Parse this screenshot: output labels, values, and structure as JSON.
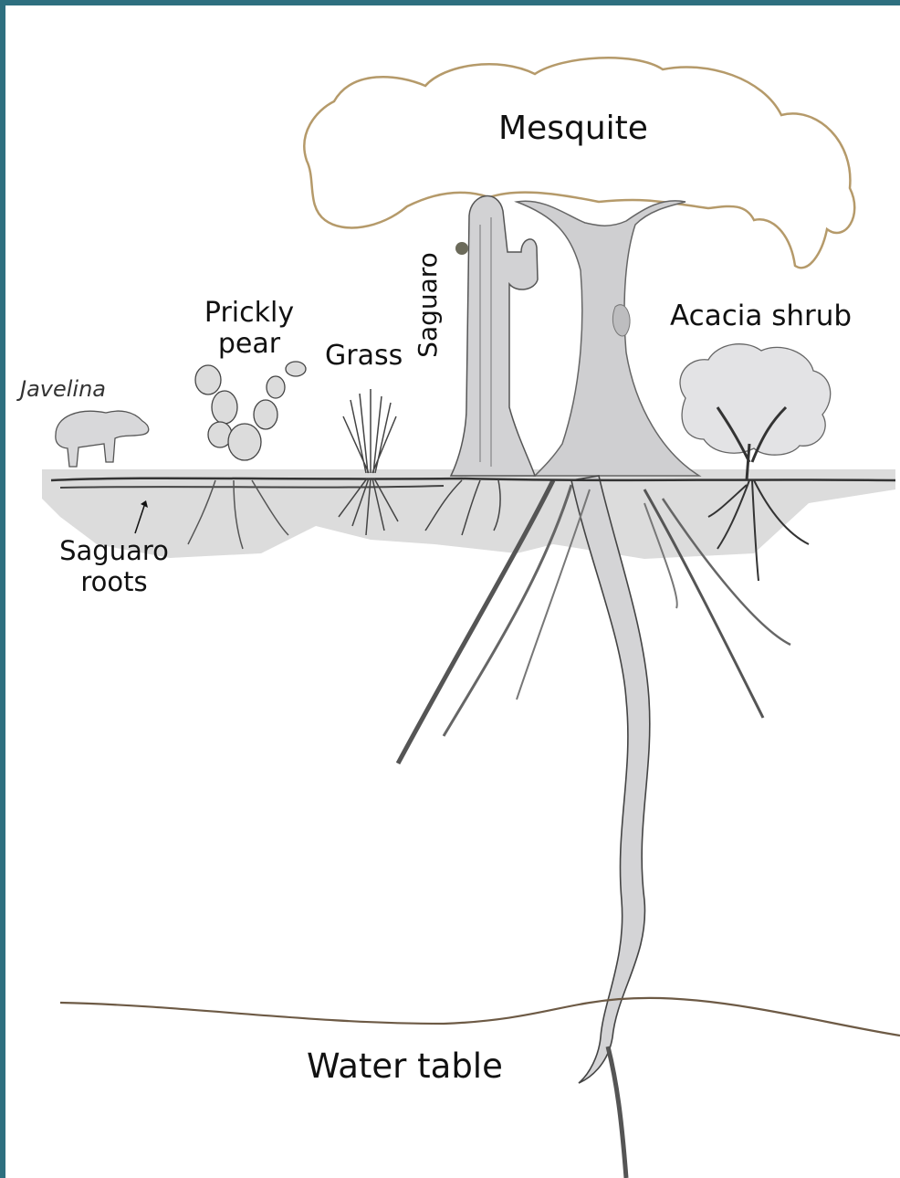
{
  "labels": {
    "mesquite": "Mesquite",
    "acacia": "Acacia shrub",
    "prickly": "Prickly pear",
    "grass": "Grass",
    "saguaro": "Saguaro",
    "javelina": "Javelina",
    "saguaro_roots": "Saguaro roots",
    "water_table": "Water table"
  },
  "colors": {
    "frame": "#2e6f7f",
    "soil": "#d6d6d6",
    "trunk": "#cfcfd1",
    "root_line": "#555555",
    "canopy_outline": "#b59a6a"
  }
}
